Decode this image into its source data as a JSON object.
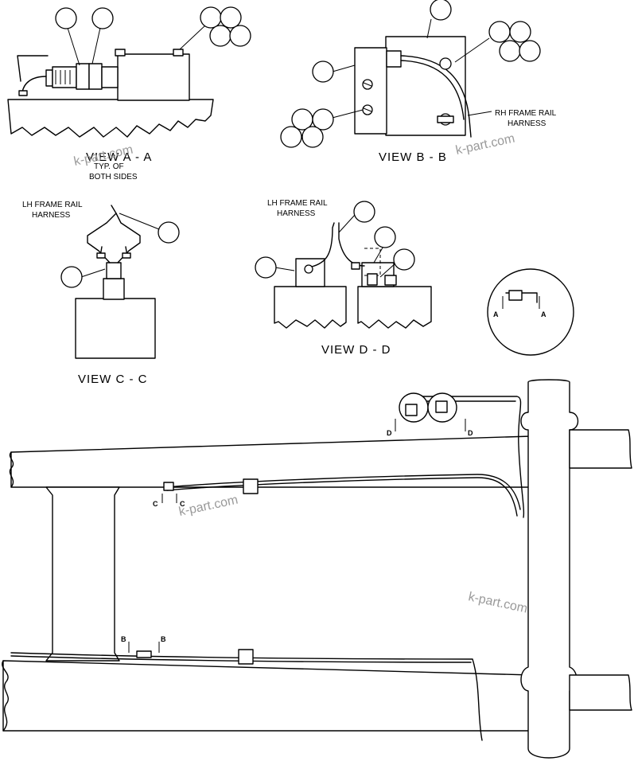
{
  "views": {
    "a": {
      "title": "VIEW  A - A",
      "note_line1": "TYP. OF",
      "note_line2": "BOTH SIDES"
    },
    "b": {
      "title": "VIEW  B - B",
      "harness_line1": "RH FRAME RAIL",
      "harness_line2": "HARNESS"
    },
    "c": {
      "title": "VIEW  C - C",
      "harness_line1": "LH FRAME RAIL",
      "harness_line2": "HARNESS"
    },
    "d": {
      "title": "VIEW  D - D",
      "harness_line1": "LH FRAME RAIL",
      "harness_line2": "HARNESS"
    }
  },
  "section_markers": {
    "a": "A",
    "b": "B",
    "c": "C",
    "d": "D"
  },
  "watermark": "k-part.com"
}
